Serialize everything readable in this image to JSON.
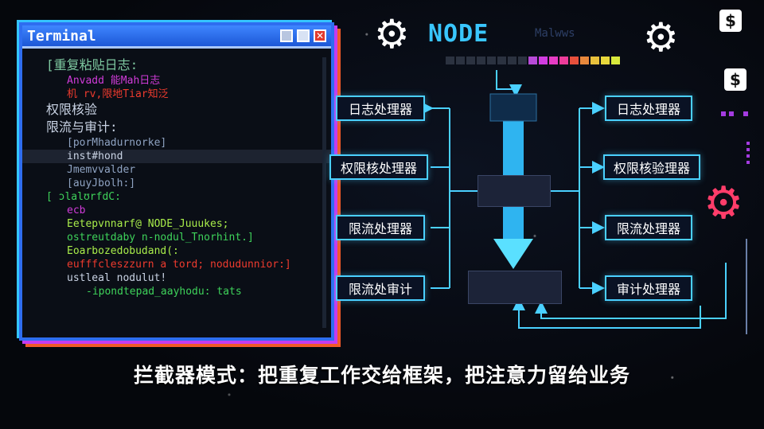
{
  "terminal": {
    "title": "Terminal",
    "lines": [
      "[重复粘贴日志:",
      "Anvadd 能Mah日志",
      "机 rv,限地Tiar知泛",
      "权限核验",
      "限流与审计:",
      "[porMhadurnorke]",
      "inst#hond",
      "Jmemvvalder",
      "[auyJbolh:]",
      "[ ɔlalʊrfdC:",
      "ecb",
      "Eetepvnnarf@ NODE_Juuukes;",
      "ostreutdaby n-nodul_Tnorhint.]",
      "Eoarbozedobudand(:",
      "eufffcleszzurn a tord; nodudunnior:]",
      "ustleal nodulut!",
      "-ipondtepad_aayhodu: tats"
    ]
  },
  "diagram": {
    "title": "NODE",
    "subtitle": "Malwws",
    "left_boxes": [
      "日志处理器",
      "权限核处理器",
      "限流处理器",
      "限流处审计"
    ],
    "right_boxes": [
      "日志处理器",
      "权限核验理器",
      "限流处理器",
      "审计处理器"
    ],
    "palette": [
      "#2b3240",
      "#2b3240",
      "#2b3240",
      "#2b3240",
      "#2b3240",
      "#2b3240",
      "#2b3240",
      "#2b3240",
      "#b84ad8",
      "#d13ce0",
      "#e63cc4",
      "#ee3c9a",
      "#e8503c",
      "#e8883c",
      "#e8c03c",
      "#e8d83c",
      "#d8e83c"
    ]
  },
  "icons": {
    "gear_left": "gear-icon",
    "gear_right": "gear-icon",
    "dollar_top": "$",
    "dollar_mid": "$"
  },
  "caption": "拦截器模式：把重复工作交给框架，把注意力留给业务"
}
